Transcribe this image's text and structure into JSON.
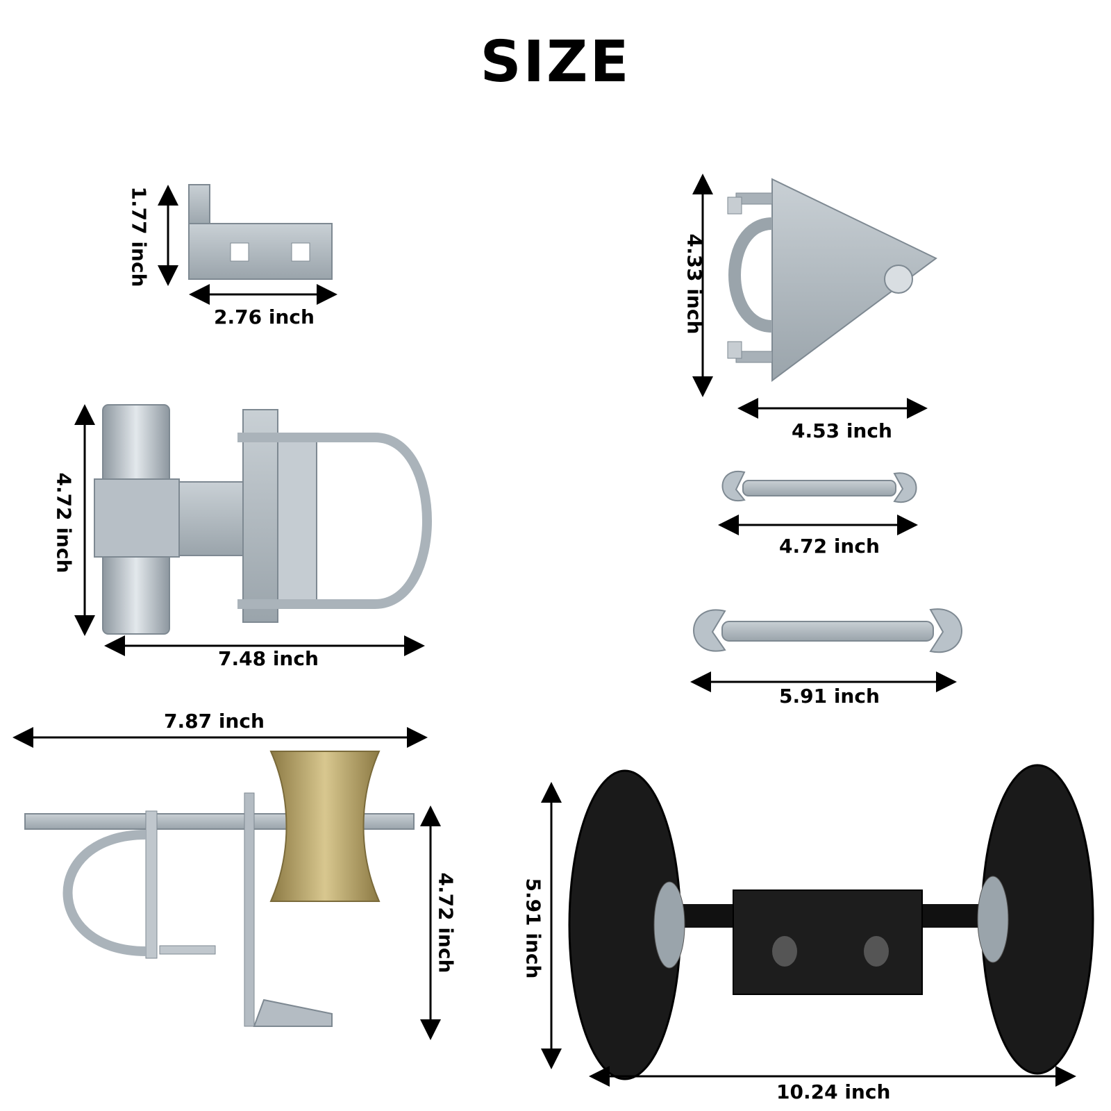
{
  "title": "SIZE",
  "dimensions": {
    "latch_height": "1.77 inch",
    "latch_width": "2.76 inch",
    "bracket_height": "4.33 inch",
    "bracket_width": "4.53 inch",
    "clamp_height": "4.72 inch",
    "clamp_width": "7.48 inch",
    "small_wrench_length": "4.72 inch",
    "large_wrench_length": "5.91 inch",
    "roller_width": "7.87 inch",
    "roller_height": "4.72 inch",
    "wheel_height": "5.91 inch",
    "wheel_width": "10.24 inch"
  },
  "colors": {
    "metal": "#b9c2c9",
    "metal_dark": "#7e8992",
    "brass": "#b8a36a",
    "rubber": "#1a1a1a"
  }
}
